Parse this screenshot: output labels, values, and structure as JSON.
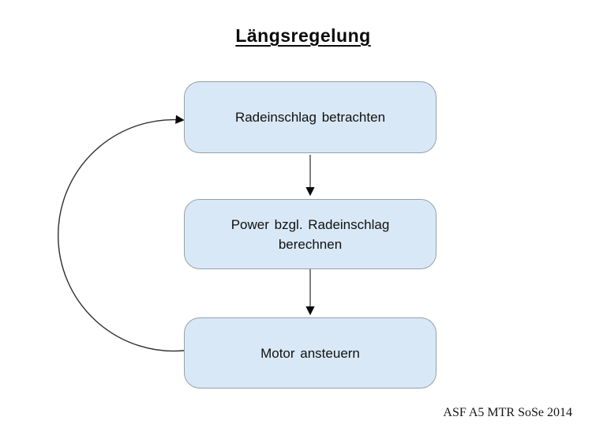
{
  "diagram": {
    "title": "Längsregelung",
    "nodes": [
      {
        "id": "node-1",
        "label": "Radeinschlag betrachten"
      },
      {
        "id": "node-2",
        "label": "Power bzgl. Radeinschlag berechnen"
      },
      {
        "id": "node-3",
        "label": "Motor ansteuern"
      }
    ],
    "edges": [
      {
        "from": "node-1",
        "to": "node-2",
        "type": "arrow-down"
      },
      {
        "from": "node-2",
        "to": "node-3",
        "type": "arrow-down"
      },
      {
        "from": "node-3",
        "to": "node-1",
        "type": "feedback-arc-left"
      }
    ],
    "colors": {
      "background": "#ffffff",
      "node_fill": "#d9e8f6",
      "node_border": "#96a0a7",
      "connector_stroke": "#4a4a4a",
      "arc_stroke": "#2f2f2f",
      "arrowhead_fill": "#0a0a0a",
      "text": "#111111"
    }
  },
  "footer": {
    "credit": "ASF A5 MTR SoSe 2014"
  }
}
